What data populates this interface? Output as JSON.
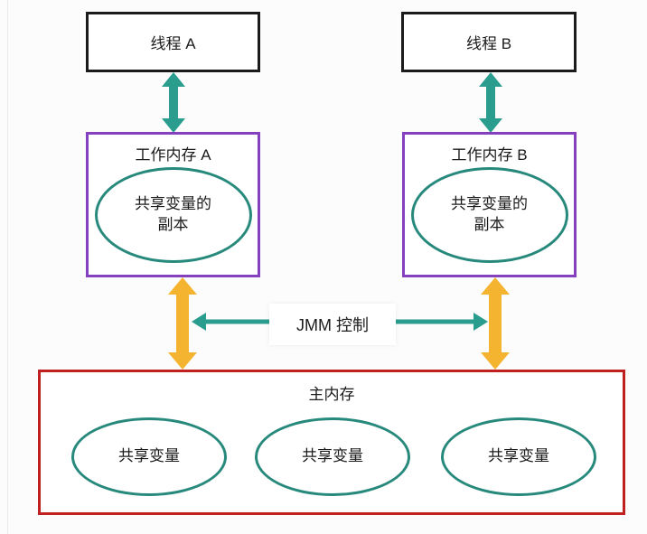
{
  "colors": {
    "teal": "#2a9d8f",
    "teal-dark": "#27897c",
    "yellow": "#f4b430",
    "purple": "#8540c0",
    "red": "#c02020",
    "ink": "#1b1b1b",
    "panel": "#ffffff",
    "page-bg": "#fcfcfc"
  },
  "diagram": {
    "thread_a": {
      "label": "线程 A"
    },
    "thread_b": {
      "label": "线程 B"
    },
    "working_memory_a": {
      "title": "工作内存 A",
      "ellipse_line1": "共享变量的",
      "ellipse_line2": "副本"
    },
    "working_memory_b": {
      "title": "工作内存 B",
      "ellipse_line1": "共享变量的",
      "ellipse_line2": "副本"
    },
    "jmm_label": "JMM 控制",
    "main_memory": {
      "title": "主内存",
      "ellipses": [
        "共享变量",
        "共享变量",
        "共享变量"
      ]
    }
  }
}
